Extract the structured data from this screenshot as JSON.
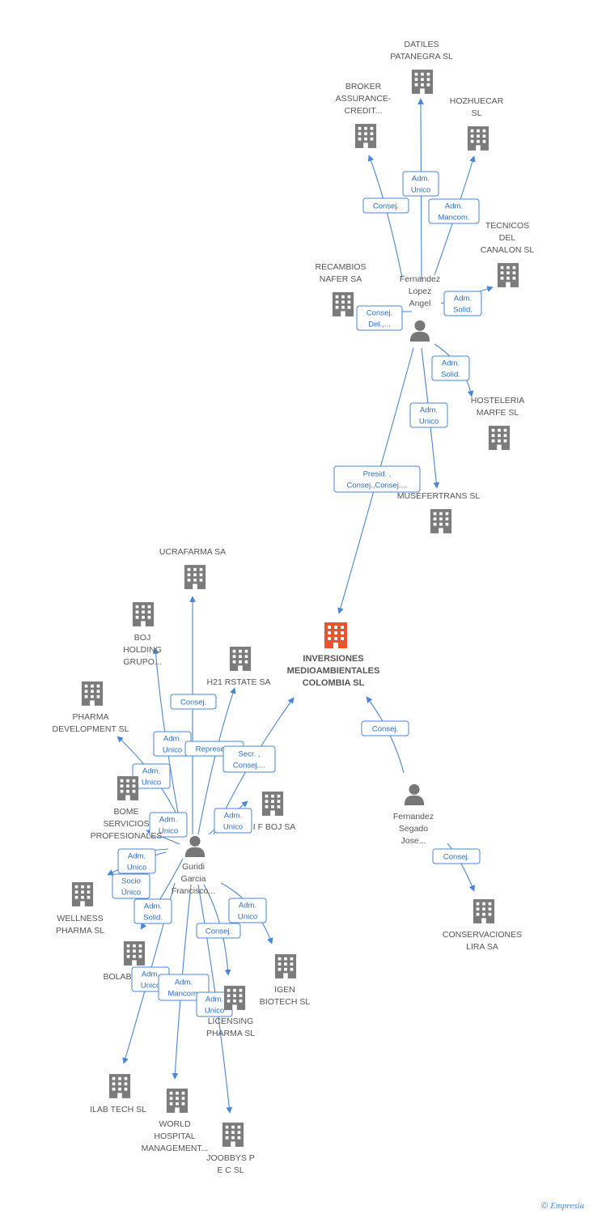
{
  "colors": {
    "edge": "#4a86d8",
    "building": "#7b7b7b",
    "main": "#e8542c",
    "person": "#777777"
  },
  "nodes": [
    {
      "id": "inversiones",
      "type": "company-main",
      "label": [
        "INVERSIONES",
        "MEDIOAMBIENTALES",
        "COLOMBIA  SL"
      ]
    },
    {
      "id": "fernandez_lopez",
      "type": "person",
      "label": [
        "Fernandez",
        "Lopez",
        "Angel"
      ]
    },
    {
      "id": "guridi",
      "type": "person",
      "label": [
        "Guridi",
        "Garcia",
        "Francisco..."
      ]
    },
    {
      "id": "fernandez_segado",
      "type": "person",
      "label": [
        "Fernandez",
        "Segado",
        "Jose..."
      ]
    },
    {
      "id": "datiles",
      "type": "company",
      "label": [
        "DATILES",
        "PATANEGRA SL"
      ]
    },
    {
      "id": "broker",
      "type": "company",
      "label": [
        "BROKER",
        "ASSURANCE-",
        "CREDIT..."
      ]
    },
    {
      "id": "hozhuecar",
      "type": "company",
      "label": [
        "HOZHUECAR",
        "SL"
      ]
    },
    {
      "id": "tecnicos",
      "type": "company",
      "label": [
        "TECNICOS",
        "DEL",
        "CANALON SL"
      ]
    },
    {
      "id": "recambios",
      "type": "company",
      "label": [
        "RECAMBIOS",
        "NAFER SA"
      ]
    },
    {
      "id": "hosteleria",
      "type": "company",
      "label": [
        "HOSTELERIA",
        "MARFE SL"
      ]
    },
    {
      "id": "musefertrans",
      "type": "company",
      "label": [
        "MUSEFERTRANS SL"
      ]
    },
    {
      "id": "ucrafarma",
      "type": "company",
      "label": [
        "UCRAFARMA SA"
      ]
    },
    {
      "id": "boj_holding",
      "type": "company",
      "label": [
        "BOJ",
        "HOLDING",
        "GRUPO..."
      ]
    },
    {
      "id": "h21",
      "type": "company",
      "label": [
        "H21 RSTATE SA"
      ]
    },
    {
      "id": "pharma_dev",
      "type": "company",
      "label": [
        "PHARMA",
        "DEVELOPMENT SL"
      ]
    },
    {
      "id": "bome",
      "type": "company",
      "label": [
        "BOME",
        "SERVICIOS",
        "PROFESIONALES"
      ]
    },
    {
      "id": "ifboj",
      "type": "company",
      "label": [
        "I F BOJ SA"
      ]
    },
    {
      "id": "wellness",
      "type": "company",
      "label": [
        "WELLNESS",
        "PHARMA SL"
      ]
    },
    {
      "id": "bolab",
      "type": "company",
      "label": [
        "BOLAB"
      ]
    },
    {
      "id": "igen",
      "type": "company",
      "label": [
        "IGEN",
        "BIOTECH SL"
      ]
    },
    {
      "id": "licensing",
      "type": "company",
      "label": [
        "LICENSING",
        "PHARMA SL"
      ]
    },
    {
      "id": "ilab",
      "type": "company",
      "label": [
        "ILAB TECH SL"
      ]
    },
    {
      "id": "world",
      "type": "company",
      "label": [
        "WORLD",
        "HOSPITAL",
        "MANAGEMENT..."
      ]
    },
    {
      "id": "joobbys",
      "type": "company",
      "label": [
        "JOOBBYS P",
        "E C SL"
      ]
    },
    {
      "id": "conservaciones",
      "type": "company",
      "label": [
        "CONSERVACIONES",
        "LIRA SA"
      ]
    }
  ],
  "edges": [
    {
      "from": "fernandez_lopez",
      "to": "datiles",
      "label": [
        "Adm.",
        "Unico"
      ]
    },
    {
      "from": "fernandez_lopez",
      "to": "broker",
      "label": [
        "Consej."
      ]
    },
    {
      "from": "fernandez_lopez",
      "to": "hozhuecar",
      "label": [
        "Adm.",
        "Mancom."
      ]
    },
    {
      "from": "fernandez_lopez",
      "to": "recambios",
      "label": [
        "Consej.",
        "Del.,..."
      ]
    },
    {
      "from": "fernandez_lopez",
      "to": "tecnicos",
      "label": [
        "Adm.",
        "Solid."
      ]
    },
    {
      "from": "fernandez_lopez",
      "to": "hosteleria",
      "label": [
        "Adm.",
        "Solid."
      ]
    },
    {
      "from": "fernandez_lopez",
      "to": "musefertrans",
      "label": [
        "Adm.",
        "Unico"
      ]
    },
    {
      "from": "fernandez_lopez",
      "to": "inversiones",
      "label": [
        "Presid. ,",
        "Consej.,Consej...."
      ]
    },
    {
      "from": "fernandez_segado",
      "to": "inversiones",
      "label": [
        "Consej."
      ]
    },
    {
      "from": "fernandez_segado",
      "to": "conservaciones",
      "label": [
        "Consej."
      ]
    },
    {
      "from": "guridi",
      "to": "ucrafarma",
      "label": [
        "Consej."
      ]
    },
    {
      "from": "guridi",
      "to": "boj_holding",
      "label": [
        "Adm.",
        "Unico"
      ]
    },
    {
      "from": "guridi",
      "to": "h21",
      "label": [
        "Represent."
      ]
    },
    {
      "from": "guridi",
      "to": "inversiones",
      "label": [
        "Secr. ,",
        "Consej...."
      ]
    },
    {
      "from": "guridi",
      "to": "pharma_dev",
      "label": [
        "Adm.",
        "Unico"
      ]
    },
    {
      "from": "guridi",
      "to": "bome",
      "label": [
        "Adm.",
        "Unico"
      ]
    },
    {
      "from": "guridi",
      "to": "ifboj",
      "label": [
        "Adm.",
        "Unico"
      ]
    },
    {
      "from": "guridi",
      "to": "wellness",
      "label": [
        "Adm.",
        "Unico"
      ]
    },
    {
      "from": "guridi",
      "to": "wellness",
      "label": [
        "Socio",
        "Único"
      ]
    },
    {
      "from": "guridi",
      "to": "bolab",
      "label": [
        "Adm.",
        "Solid."
      ]
    },
    {
      "from": "guridi",
      "to": "igen",
      "label": [
        "Adm.",
        "Unico"
      ]
    },
    {
      "from": "guridi",
      "to": "licensing",
      "label": [
        "Consej."
      ]
    },
    {
      "from": "guridi",
      "to": "ilab",
      "label": [
        "Adm.",
        "Unico"
      ]
    },
    {
      "from": "guridi",
      "to": "world",
      "label": [
        "Adm.",
        "Mancom."
      ]
    },
    {
      "from": "guridi",
      "to": "joobbys",
      "label": [
        "Adm.",
        "Unico"
      ]
    }
  ],
  "footer": {
    "copyright": "©",
    "brand": "Empresia"
  }
}
